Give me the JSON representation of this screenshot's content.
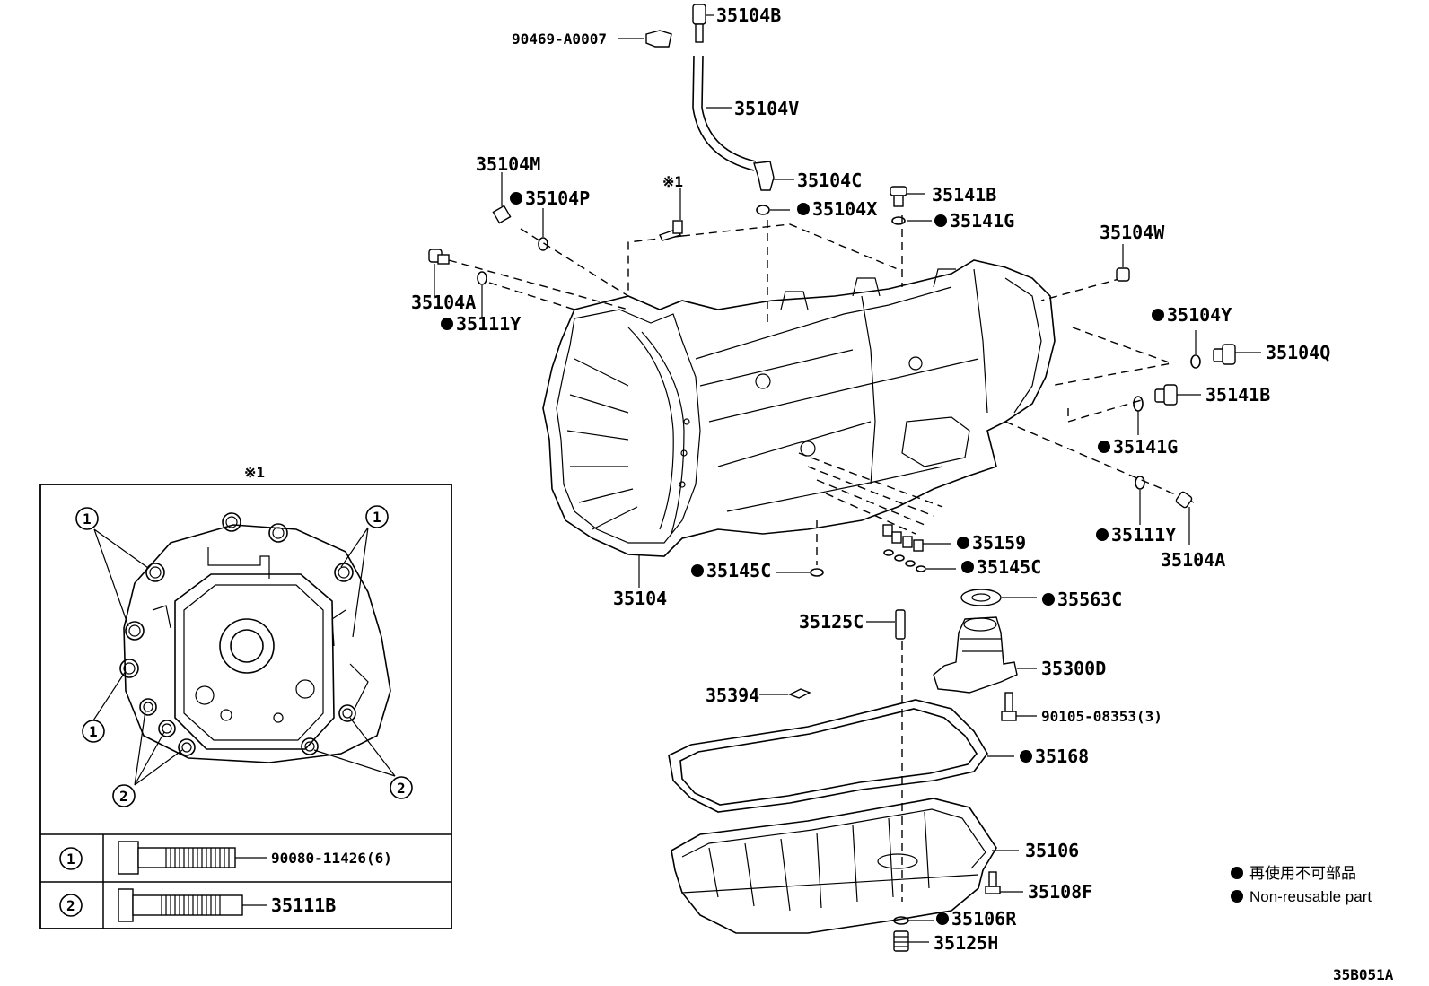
{
  "diagram_code": "35B051A",
  "inset": {
    "title": "※1",
    "rows": [
      {
        "marker": "1",
        "part": "90080-11426(6)"
      },
      {
        "marker": "2",
        "part": "35111B"
      }
    ],
    "callout_1": "1",
    "callout_2": "2"
  },
  "legend": {
    "line1": "再使用不可部品",
    "line2": "Non-reusable part"
  },
  "labels": {
    "l35104B": "35104B",
    "l90469": "90469-A0007",
    "l35104V": "35104V",
    "l35104C": "35104C",
    "l35104X": "35104X",
    "l35104M": "35104M",
    "l35104P": "35104P",
    "lnote1": "※1",
    "l35141B_top": "35141B",
    "l35141G_top": "35141G",
    "l35104W": "35104W",
    "l35104A_left": "35104A",
    "l35111Y_left": "35111Y",
    "l35104Y": "35104Y",
    "l35104Q": "35104Q",
    "l35141B_right": "35141B",
    "l35141G_right": "35141G",
    "l35111Y_right": "35111Y",
    "l35104A_right": "35104A",
    "l35104": "35104",
    "l35145C_left": "35145C",
    "l35159": "35159",
    "l35145C_right": "35145C",
    "l35563C": "35563C",
    "l35125C": "35125C",
    "l35300D": "35300D",
    "l35394": "35394",
    "l90105": "90105-08353(3)",
    "l35168": "35168",
    "l35106": "35106",
    "l35108F": "35108F",
    "l35106R": "35106R",
    "l35125H": "35125H"
  }
}
